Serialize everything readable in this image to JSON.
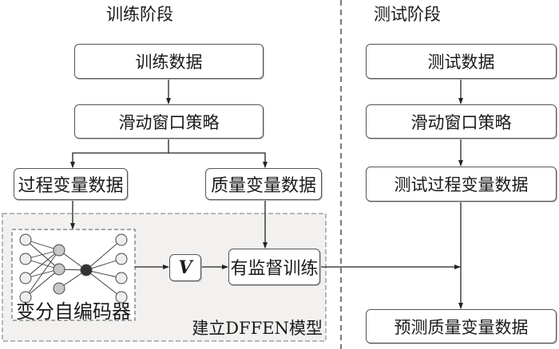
{
  "training_phase": {
    "title": "训练阶段",
    "boxes": {
      "training_data": "训练数据",
      "sliding_window": "滑动窗口策略",
      "process_variable_data": "过程变量数据",
      "quality_variable_data": "质量变量数据",
      "latent_variable": "V",
      "supervised_training": "有监督训练"
    },
    "vae_label": "变分自编码器",
    "model_group_label": "建立DFFEN模型"
  },
  "test_phase": {
    "title": "测试阶段",
    "boxes": {
      "test_data": "测试数据",
      "sliding_window": "滑动窗口策略",
      "test_process_variable_data": "测试过程变量数据",
      "predicted_quality_data": "预测质量变量数据"
    }
  },
  "colors": {
    "line": "#222222",
    "box_border": "#555555",
    "model_group_fill": "#f3f1ef",
    "node_input": "#eeeeee",
    "node_hidden": "#c8c8c8",
    "node_latent": "#333333"
  }
}
